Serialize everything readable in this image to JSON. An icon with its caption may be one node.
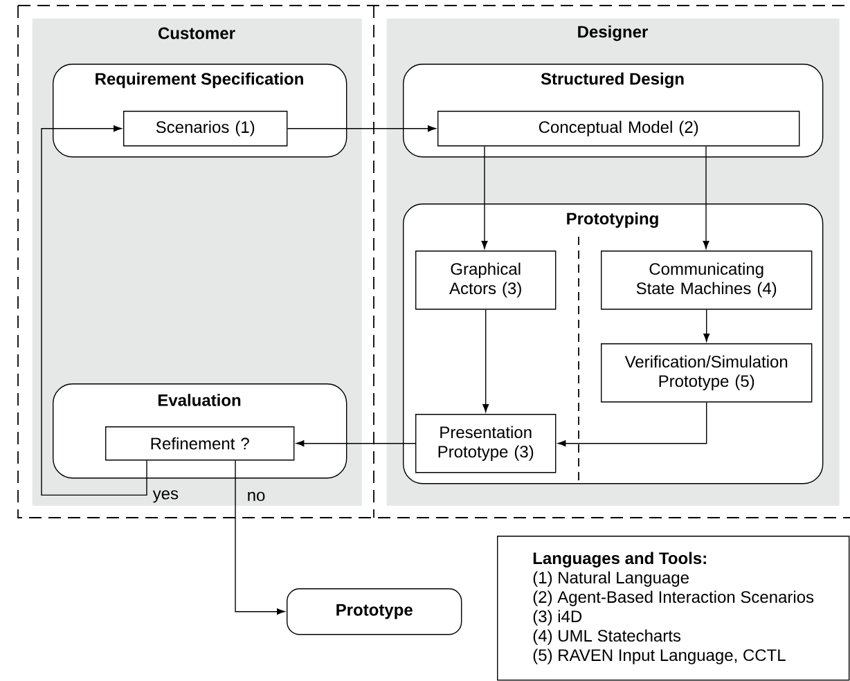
{
  "diagram": {
    "nodes": [
      {
        "text": [
          "Customer"
        ]
      },
      {
        "text": [
          "Designer"
        ]
      },
      {
        "text": [
          "Requirement Specification"
        ],
        "in": 0
      },
      {
        "text": [
          "Scenarios (1)"
        ],
        "in": 2
      },
      {
        "text": [
          "Evaluation"
        ],
        "in": 0
      },
      {
        "text": [
          "Refinement ?"
        ],
        "in": 4
      },
      {
        "text": [
          "Structured Design"
        ],
        "in": 1
      },
      {
        "text": [
          "Conceptual Model (2)"
        ],
        "in": 6
      },
      {
        "text": [
          "Prototyping"
        ],
        "in": 1
      },
      {
        "text": [
          "Graphical Actors (3)"
        ],
        "in": 8
      },
      {
        "text": [
          "Communicating State Machines (4)"
        ],
        "in": 8
      },
      {
        "text": [
          "Verification/Simulation Prototype (5)"
        ],
        "in": 8
      },
      {
        "text": [
          "Presentation Prototype (3)"
        ],
        "in": 8
      },
      {
        "text": [
          "Prototype"
        ]
      },
      {
        "text": [
          "Languages and Tools:",
          "(1) Natural Language",
          "(2) Agent-Based Interaction Scenarios",
          "(3) i4D",
          "(4) UML Statecharts",
          "(5) RAVEN Input Language, CCTL"
        ]
      }
    ],
    "edges": [
      {
        "from": 3,
        "to": 7,
        "arrow": "to"
      },
      {
        "from": 7,
        "to": 9,
        "arrow": "to"
      },
      {
        "from": 7,
        "to": 10,
        "arrow": "to"
      },
      {
        "from": 10,
        "to": 11,
        "arrow": "to"
      },
      {
        "from": 9,
        "to": 12,
        "arrow": "to"
      },
      {
        "from": 11,
        "to": 12,
        "arrow": "to"
      },
      {
        "from": 12,
        "to": 5,
        "arrow": "to"
      },
      {
        "from": 5,
        "to": 3,
        "arrow": "to",
        "label": "yes"
      },
      {
        "from": 5,
        "to": 13,
        "arrow": "to",
        "label": "no"
      }
    ]
  }
}
